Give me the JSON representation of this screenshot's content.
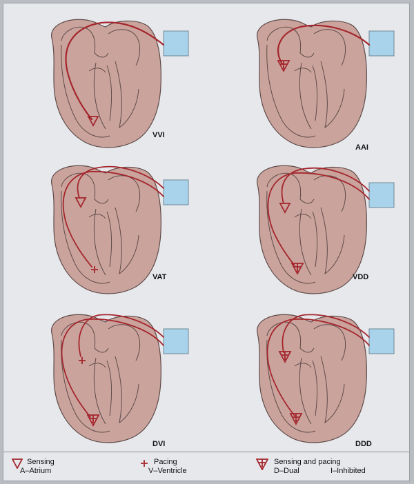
{
  "panels": [
    {
      "mode": "VVI"
    },
    {
      "mode": "AAI"
    },
    {
      "mode": "VAT"
    },
    {
      "mode": "VDD"
    },
    {
      "mode": "DVI"
    },
    {
      "mode": "DDD"
    }
  ],
  "legend": {
    "sensing": "Sensing",
    "atrium": "A–Atrium",
    "pacing": "Pacing",
    "ventricle": "V–Ventricle",
    "sensing_and_pacing": "Sensing and pacing",
    "dual": "D–Dual",
    "inhibited": "I–Inhibited"
  },
  "colors": {
    "heart": "#caa39d",
    "lead": "#a4262c",
    "pacemaker": "#a9d3ea",
    "background": "#e6e8ec"
  }
}
